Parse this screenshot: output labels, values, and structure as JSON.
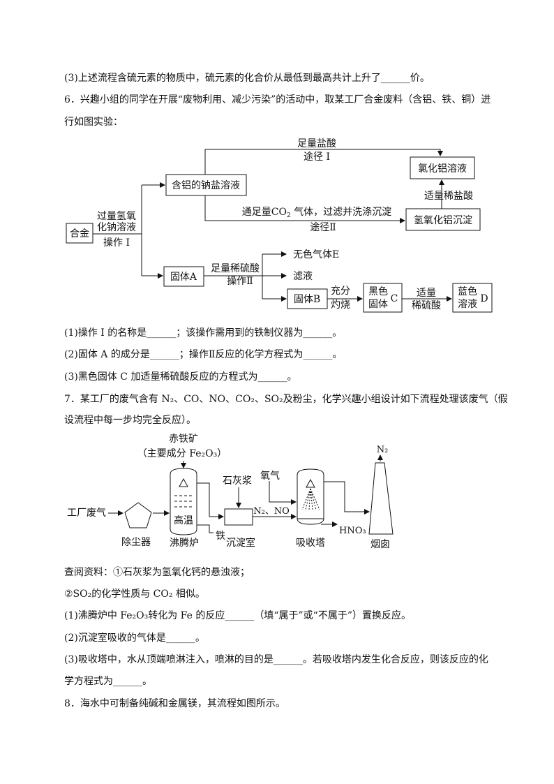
{
  "q5": {
    "line3": "(3)上述流程含硫元素的物质中，硫元素的化合价从最低到最高共计上升了______价。"
  },
  "q6": {
    "intro_l1": "6．兴趣小组的同学在开展“废物利用、减少污染”的活动中，取某工厂合金废料（含铝、铁、铜）进",
    "intro_l2": "行如图实验：",
    "diagram": {
      "alloy": "合金",
      "naoh_l1": "过量氢氧",
      "naoh_l2": "化钠溶液",
      "op1": "操作 I",
      "al_solution": "含铝的钠盐溶液",
      "hcl": "足量盐酸",
      "route1": "途径 I",
      "alcl3": "氯化铝溶液",
      "dilute_hcl": "适量稀盐酸",
      "co2_text": "通足量CO",
      "co2_sub": "2",
      "co2_rest": " 气体，过滤并洗涤沉淀",
      "route2": "途径Ⅱ",
      "aloh3": "氢氧化铝沉淀",
      "solid_a": "固体A",
      "h2so4": "足量稀硫酸",
      "op2": "操作Ⅱ",
      "gas_e": "无色气体E",
      "filtrate": "滤液",
      "solid_b": "固体B",
      "burn_l1": "充分",
      "burn_l2": "灼烧",
      "black_l1": "黑色",
      "black_l2": "固体",
      "black_c": "C",
      "acid_l1": "适量",
      "acid_l2": "稀硫酸",
      "blue_l1": "蓝色",
      "blue_l2": "溶液",
      "blue_d": "D"
    },
    "q1": "(1)操作 I 的名称是______；该操作需用到的铁制仪器为______。",
    "q2": "(2)固体 A 的成分是______；操作Ⅱ反应的化学方程式为______。",
    "q3": "(3)黑色固体 C 加适量稀硫酸反应的方程式为______。"
  },
  "q7": {
    "intro_l1": "7．某工厂的废气含有 N₂、CO、NO、CO₂、SO₂及粉尘，化学兴趣小组设计如下流程处理该废气（假",
    "intro_l2": "设流程中每一步均完全反应）。",
    "diagram": {
      "hematite": "赤铁矿",
      "hematite_note": "（主要成分 Fe₂O₃）",
      "lime": "石灰浆",
      "oxygen": "氧气",
      "n2_top": "N₂",
      "waste_gas": "工厂废气",
      "high_temp": "高温",
      "n2_no": "N₂、NO",
      "hno3": "HNO₃",
      "iron": "铁",
      "dust": "除尘器",
      "furnace": "沸腾炉",
      "settling": "沉淀室",
      "absorber": "吸收塔",
      "chimney": "烟囱"
    },
    "ref1": "查阅资料：①石灰浆为氢氧化钙的悬浊液；",
    "ref2": "②SO₂的化学性质与 CO₂ 相似。",
    "q1": "(1)沸腾炉中 Fe₂O₃转化为 Fe 的反应______（填“属于”或“不属于”）置换反应。",
    "q2": "(2)沉淀室吸收的气体是______。",
    "q3_l1": "(3)吸收塔中，水从顶端喷淋注入，喷淋的目的是______。若吸收塔内发生化合反应，则该反应的化",
    "q3_l2": "学方程式为______。"
  },
  "q8": {
    "intro": "8．海水中可制备纯碱和金属镁，其流程如图所示。"
  }
}
